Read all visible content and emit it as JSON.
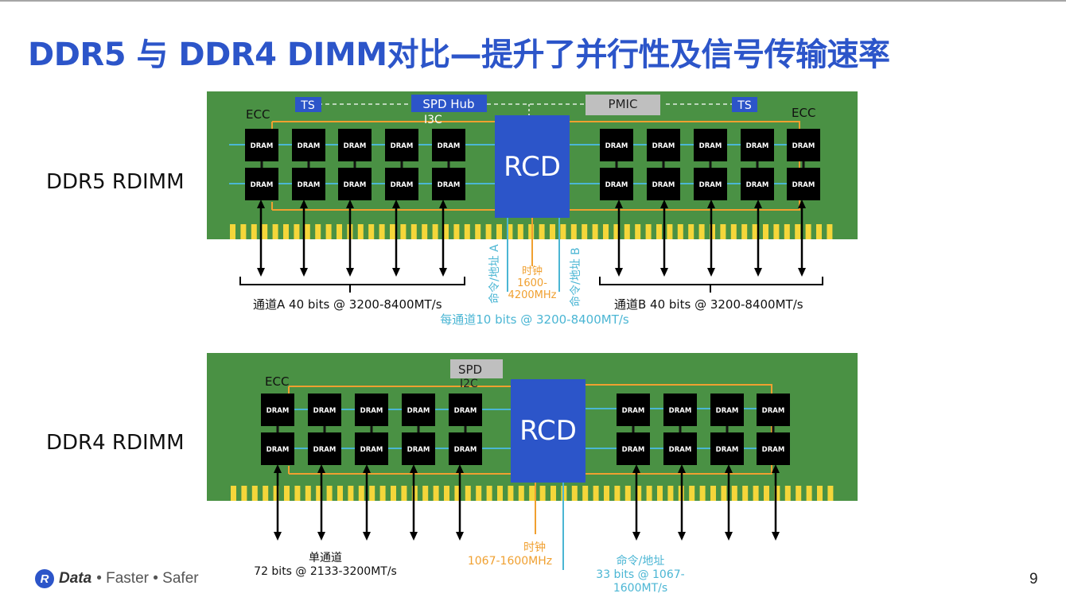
{
  "title": "DDR5 与 DDR4 DIMM对比—提升了并行性及信号传输速率",
  "colors": {
    "title": "#2c55c9",
    "pcb": "#4a9144",
    "dram": "#000000",
    "rcd": "#2c55c9",
    "gold_pins": "#f5d63a",
    "clock_line": "#f0a030",
    "cmd_line": "#4bb6d4",
    "gray_box": "#bfbfbf"
  },
  "ddr5": {
    "label": "DDR5 RDIMM",
    "chip_label": "DRAM",
    "rcd_label": "RCD",
    "ts_left": "TS",
    "ts_right": "TS",
    "spd_hub": "SPD Hub",
    "i3c": "I3C",
    "pmic": "PMIC",
    "ecc_left": "ECC",
    "ecc_right": "ECC",
    "left_chip_columns": 5,
    "right_chip_columns": 5,
    "channel_a": "通道A 40 bits @ 3200-8400MT/s",
    "channel_b": "通道B 40 bits @ 3200-8400MT/s",
    "cmd_addr_a": "命令/地址 A",
    "cmd_addr_b": "命令/地址 B",
    "clock_label": "时钟",
    "clock_range_1": "1600-",
    "clock_range_2": "4200MHz",
    "per_channel": "每通道10 bits @ 3200-8400MT/s"
  },
  "ddr4": {
    "label": "DDR4 RDIMM",
    "chip_label": "DRAM",
    "rcd_label": "RCD",
    "spd": "SPD",
    "i2c": "I2C",
    "ecc_left": "ECC",
    "left_chip_columns": 5,
    "right_chip_columns": 4,
    "single_channel_1": "单通道",
    "single_channel_2": "72 bits @ 2133-3200MT/s",
    "clock_label": "时钟",
    "clock_range": "1067-1600MHz",
    "cmd_addr": "命令/地址",
    "cmd_bits_1": "33 bits @ 1067-",
    "cmd_bits_2": "1600MT/s"
  },
  "footer": {
    "logo_letter": "R",
    "brand": "Data",
    "tagline": "• Faster • Safer",
    "page_number": "9"
  }
}
